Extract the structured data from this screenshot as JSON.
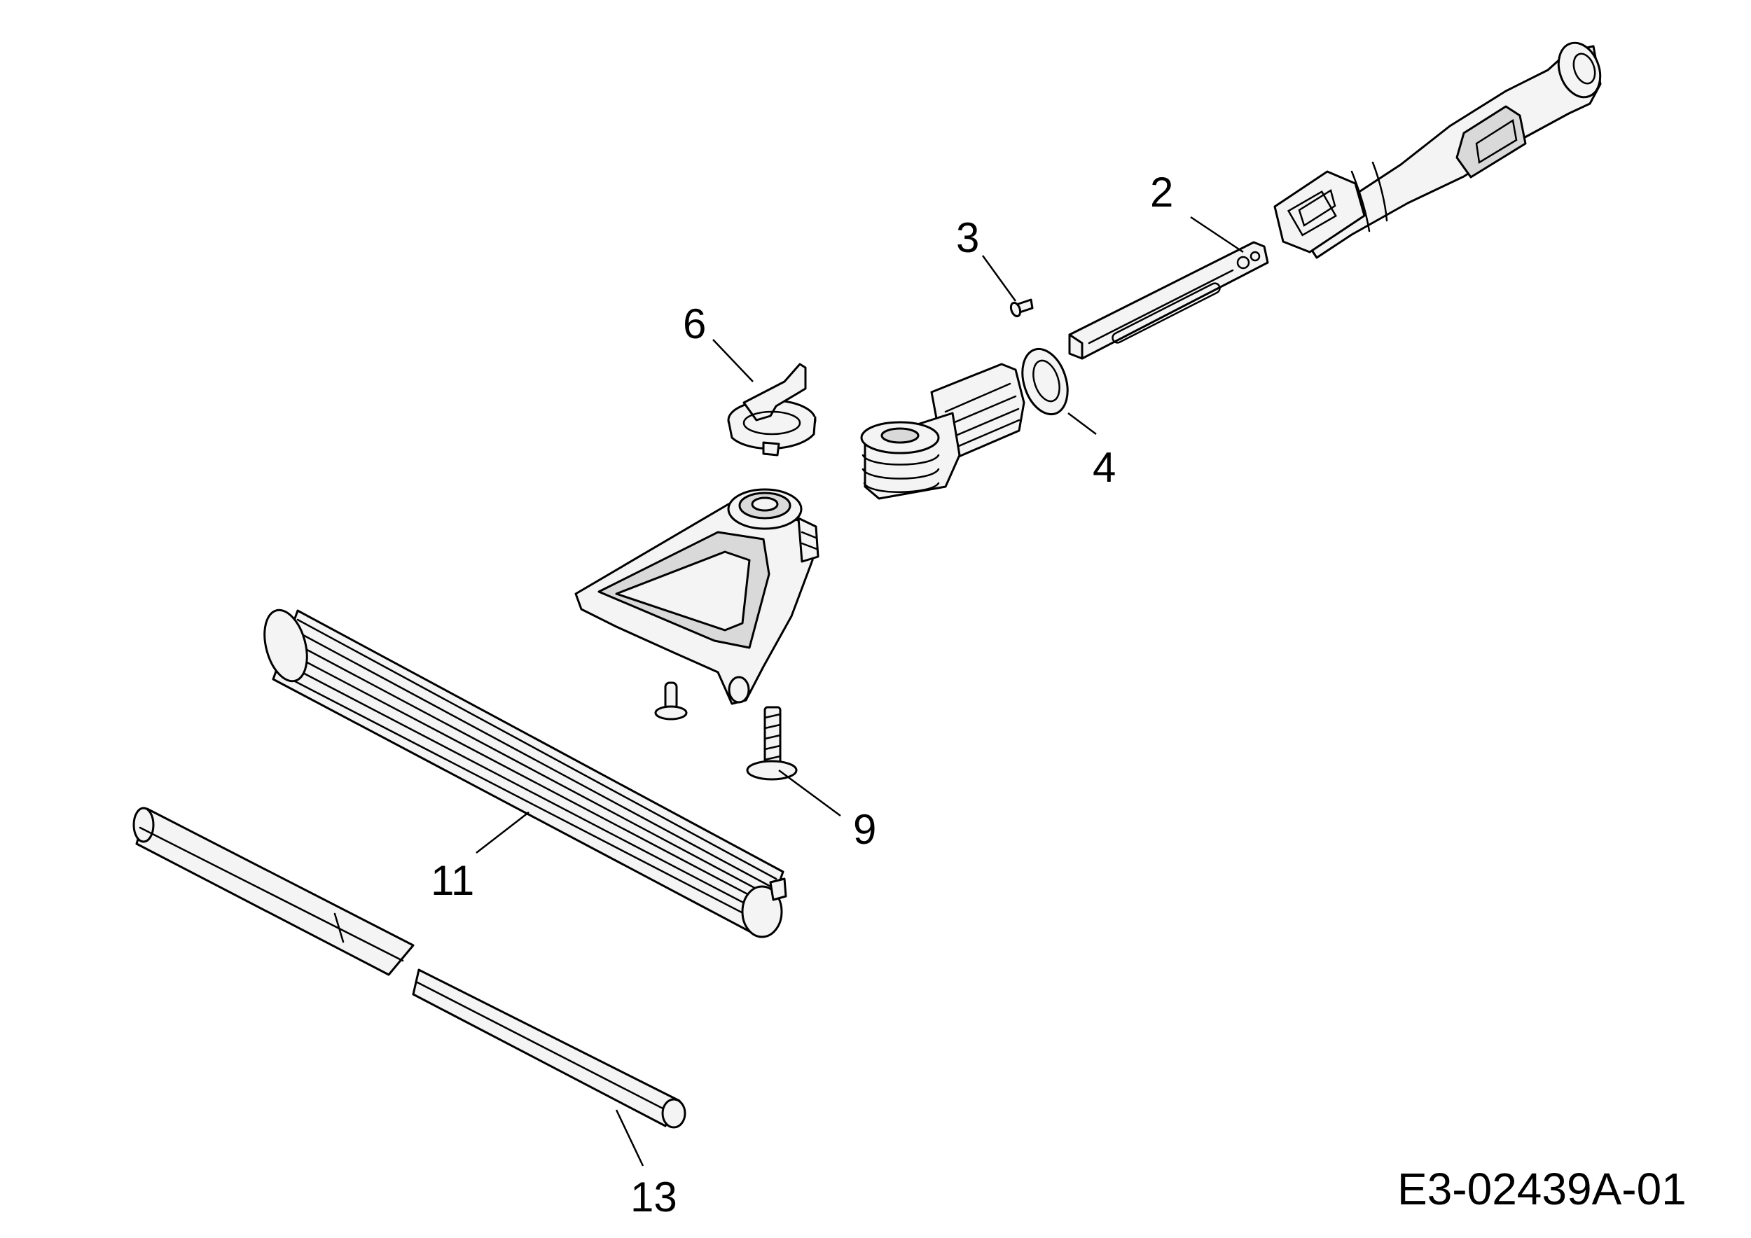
{
  "diagram": {
    "doc_id": "E3-02439A-01",
    "callouts": {
      "c2": "2",
      "c3": "3",
      "c4": "4",
      "c6": "6",
      "c9": "9",
      "c11": "11",
      "c13": "13"
    }
  }
}
